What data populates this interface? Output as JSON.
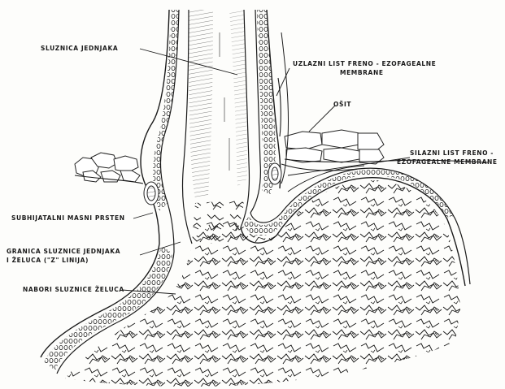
{
  "labels": {
    "sluznica_jednjaka": "SLUZNICA JEDNJAKA",
    "uzlazni_line1": "UZLAZNI LIST FRENO - EZOFAGEALNE",
    "uzlazni_line2": "MEMBRANE",
    "osit": "OŠIT",
    "silazni_line1": "SILAZNI LIST FRENO -",
    "silazni_line2": "EZOFAGEALNE MEMBRANE",
    "subhijatalni": "SUBHIJATALNI MASNI PRSTEN",
    "granica_line1": "GRANICA SLUZNICE JEDNJAKA",
    "granica_line2": "I ŽELUCA (\"Z\" LINIJA)",
    "nabori": "NABORI SLUZNICE ŽELUCA"
  },
  "colors": {
    "ink": "#1a1a1a",
    "paper": "#fdfdfb"
  }
}
